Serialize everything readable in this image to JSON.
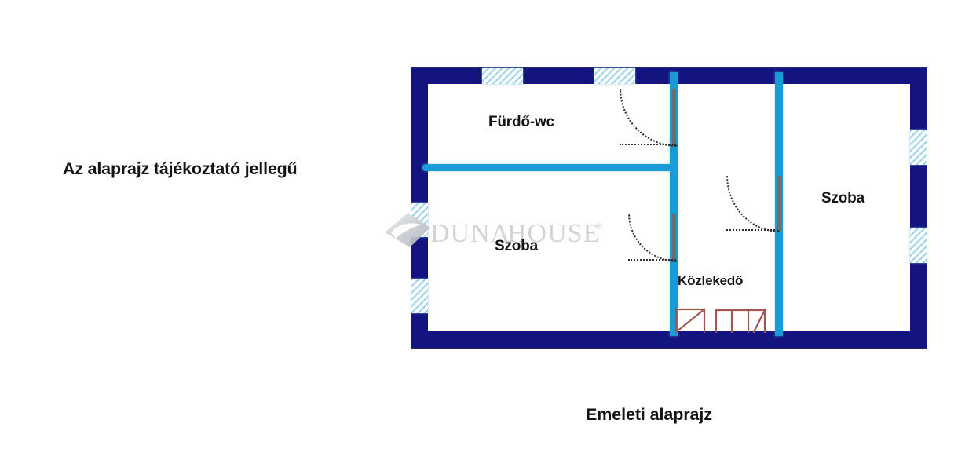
{
  "document": {
    "title": "Emeleti alaprajz",
    "disclaimer": "Az alaprajz tájékoztató jellegű",
    "caption": "Emeleti alaprajz"
  },
  "watermark": {
    "text_primary": "DUNA",
    "text_secondary": "HOUSE",
    "registered_mark": "®",
    "logo_name": "duna-house-logo"
  },
  "colors": {
    "outer_wall": "#141480",
    "outer_wall_outline": "#23236e",
    "inner_wall": "#1b9ad6",
    "window_hatch": "#9fd4ef",
    "window_fill": "#eaf6fc",
    "door_leaf": "#6c6c6c",
    "door_arc": "#2b2b2b",
    "stairs": "#a0564e",
    "text": "#141414",
    "background": "#ffffff",
    "watermark_gray": "#d2d4d8"
  },
  "rooms": [
    {
      "id": "furdo-wc",
      "label": "Fürdő-wc"
    },
    {
      "id": "szoba-left",
      "label": "Szoba"
    },
    {
      "id": "kozlekedo",
      "label": "Közlekedő"
    },
    {
      "id": "szoba-right",
      "label": "Szoba"
    }
  ],
  "plan_elements": {
    "outer_walls": [
      "top",
      "right",
      "bottom",
      "left"
    ],
    "windows": [
      {
        "id": "win-top-1",
        "wall": "top",
        "orientation": "horizontal"
      },
      {
        "id": "win-top-2",
        "wall": "top",
        "orientation": "horizontal"
      },
      {
        "id": "win-left-1",
        "wall": "left",
        "orientation": "vertical"
      },
      {
        "id": "win-left-2",
        "wall": "left",
        "orientation": "vertical"
      },
      {
        "id": "win-right-1",
        "wall": "right",
        "orientation": "vertical"
      },
      {
        "id": "win-right-2",
        "wall": "right",
        "orientation": "vertical"
      }
    ],
    "interior_walls": [
      {
        "id": "part-v1",
        "orientation": "vertical",
        "between": [
          "furdo-wc/szoba-left",
          "kozlekedo"
        ]
      },
      {
        "id": "part-v2",
        "orientation": "vertical",
        "between": [
          "kozlekedo",
          "szoba-right"
        ]
      },
      {
        "id": "part-h1",
        "orientation": "horizontal",
        "between": [
          "furdo-wc",
          "szoba-left"
        ]
      }
    ],
    "doors": [
      {
        "id": "door-furdo-wc",
        "room": "furdo-wc",
        "hinge": "top-right"
      },
      {
        "id": "door-szoba-left",
        "room": "szoba-left",
        "hinge": "top-right"
      },
      {
        "id": "door-szoba-right",
        "room": "szoba-right",
        "hinge": "top-right"
      }
    ],
    "stairs": {
      "id": "staircase",
      "location": "kozlekedo",
      "direction": "up"
    }
  }
}
